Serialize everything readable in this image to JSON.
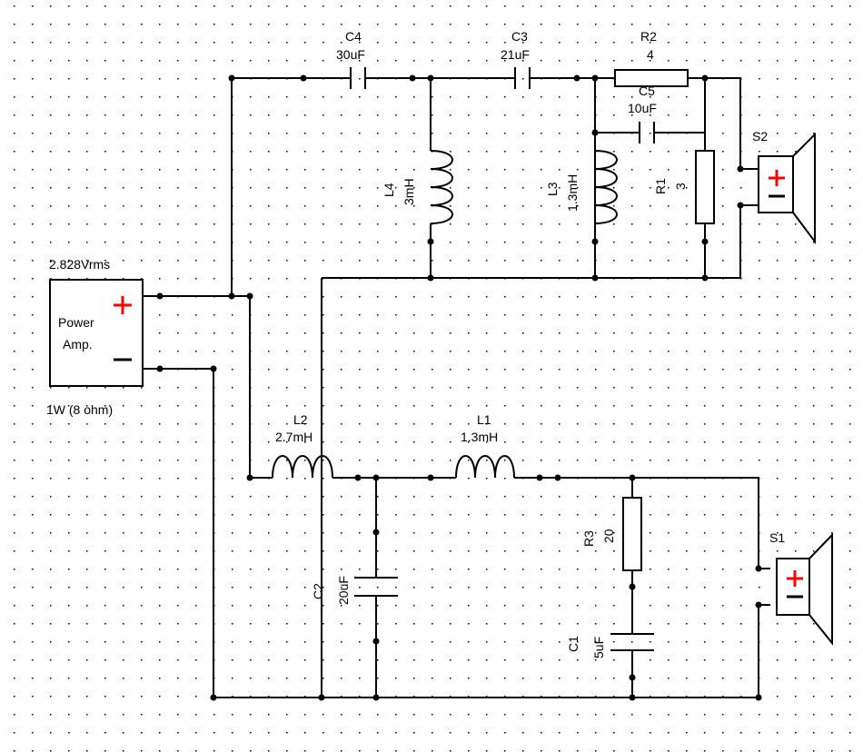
{
  "colors": {
    "background": "#ffffff",
    "grid_dot": "#000000",
    "wire": "#000000",
    "plus_sign": "#ff0000"
  },
  "source": {
    "voltage": "2.828Vrms",
    "label_line1": "Power",
    "label_line2": "Amp.",
    "power": "1W (8 ohm)"
  },
  "components": {
    "C4": {
      "ref": "C4",
      "value": "30uF"
    },
    "C3": {
      "ref": "C3",
      "value": "21uF"
    },
    "R2": {
      "ref": "R2",
      "value": "4"
    },
    "C5": {
      "ref": "C5",
      "value": "10uF"
    },
    "L4": {
      "ref": "L4",
      "value": "3mH"
    },
    "L3": {
      "ref": "L3",
      "value": "1.3mH"
    },
    "R1": {
      "ref": "R1",
      "value": "3"
    },
    "S2": {
      "ref": "S2"
    },
    "L2": {
      "ref": "L2",
      "value": "2.7mH"
    },
    "L1": {
      "ref": "L1",
      "value": "1.3mH"
    },
    "C2": {
      "ref": "C2",
      "value": "20uF"
    },
    "R3": {
      "ref": "R3",
      "value": "20"
    },
    "C1": {
      "ref": "C1",
      "value": "5uF"
    },
    "S1": {
      "ref": "S1"
    }
  }
}
